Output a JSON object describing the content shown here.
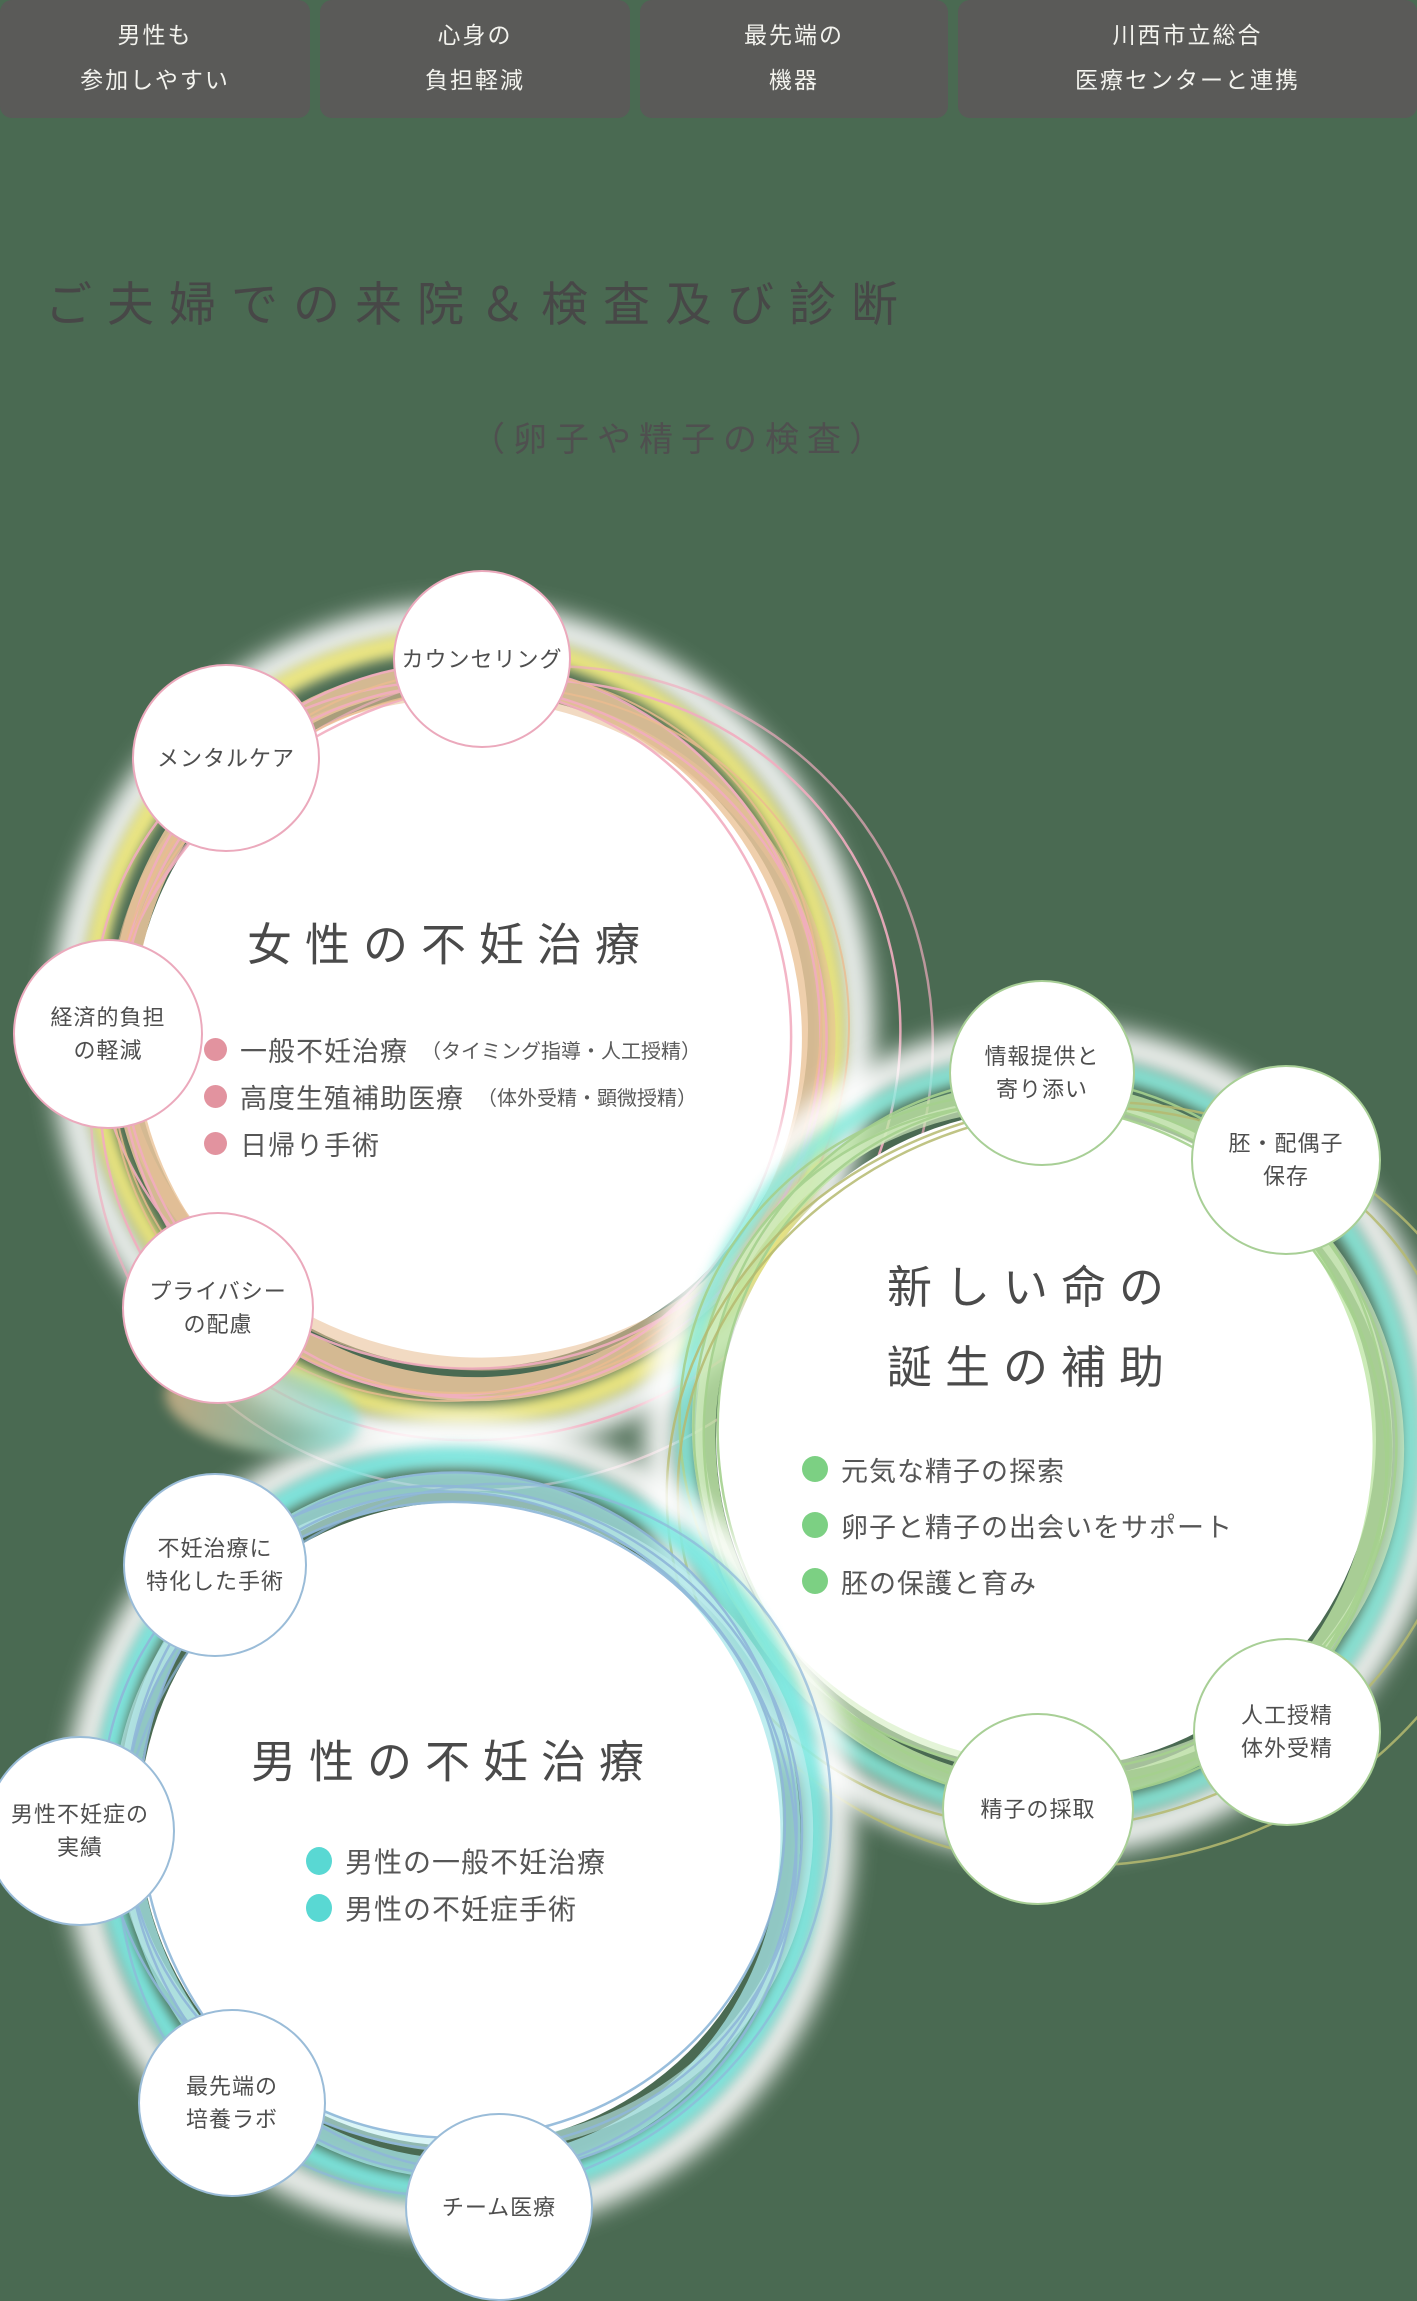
{
  "badges": [
    {
      "line1": "男性も",
      "line2": "参加しやすい"
    },
    {
      "line1": "心身の",
      "line2": "負担軽減"
    },
    {
      "line1": "最先端の",
      "line2": "機器"
    },
    {
      "line1": "川西市立総合",
      "line2": "医療センターと連携"
    }
  ],
  "header": {
    "title": "ご夫婦での来院＆検査及び診断",
    "subtitle": "（卵子や精子の検査）"
  },
  "female_circle": {
    "heading": "女性の不妊治療",
    "items": [
      {
        "label": "一般不妊治療",
        "note": "（タイミング指導・人工授精）"
      },
      {
        "label": "高度生殖補助医療",
        "note": "（体外受精・顕微授精）"
      },
      {
        "label": "日帰り手術",
        "note": ""
      }
    ],
    "satellites": [
      {
        "line1": "カウンセリング",
        "line2": ""
      },
      {
        "line1": "メンタルケア",
        "line2": ""
      },
      {
        "line1": "経済的負担",
        "line2": "の軽減"
      },
      {
        "line1": "プライバシー",
        "line2": "の配慮"
      }
    ]
  },
  "life_circle": {
    "heading_line1": "新しい命の",
    "heading_line2": "誕生の補助",
    "items": [
      {
        "label": "元気な精子の探索",
        "note": ""
      },
      {
        "label": "卵子と精子の出会いをサポート",
        "note": ""
      },
      {
        "label": "胚の保護と育み",
        "note": ""
      }
    ],
    "satellites": [
      {
        "line1": "情報提供と",
        "line2": "寄り添い"
      },
      {
        "line1": "胚・配偶子",
        "line2": "保存"
      },
      {
        "line1": "人工授精",
        "line2": "体外受精"
      },
      {
        "line1": "精子の採取",
        "line2": ""
      }
    ]
  },
  "male_circle": {
    "heading": "男性の不妊治療",
    "items": [
      {
        "label": "男性の一般不妊治療",
        "note": ""
      },
      {
        "label": "男性の不妊症手術",
        "note": ""
      }
    ],
    "satellites": [
      {
        "line1": "不妊治療に",
        "line2": "特化した手術"
      },
      {
        "line1": "男性不妊症の",
        "line2": "実績"
      },
      {
        "line1": "最先端の",
        "line2": "培養ラボ"
      },
      {
        "line1": "チーム医療",
        "line2": ""
      }
    ]
  },
  "colors": {
    "background": "#4a6a52",
    "badge_background": "#5a5a58",
    "badge_text": "#f3f3ee",
    "heading_text": "#4a4a4a",
    "female_bullet": "#e2939f",
    "female_ring": "#f2adc0",
    "female_band": "#ecc79d",
    "female_glow": "#f8ef7e",
    "life_bullet": "#7cd083",
    "life_ring": "#a5d18e",
    "life_glow": "#86ebdd",
    "male_bullet": "#59d8d3",
    "male_ring": "#8fb7d9",
    "male_glow": "#7deae3"
  }
}
